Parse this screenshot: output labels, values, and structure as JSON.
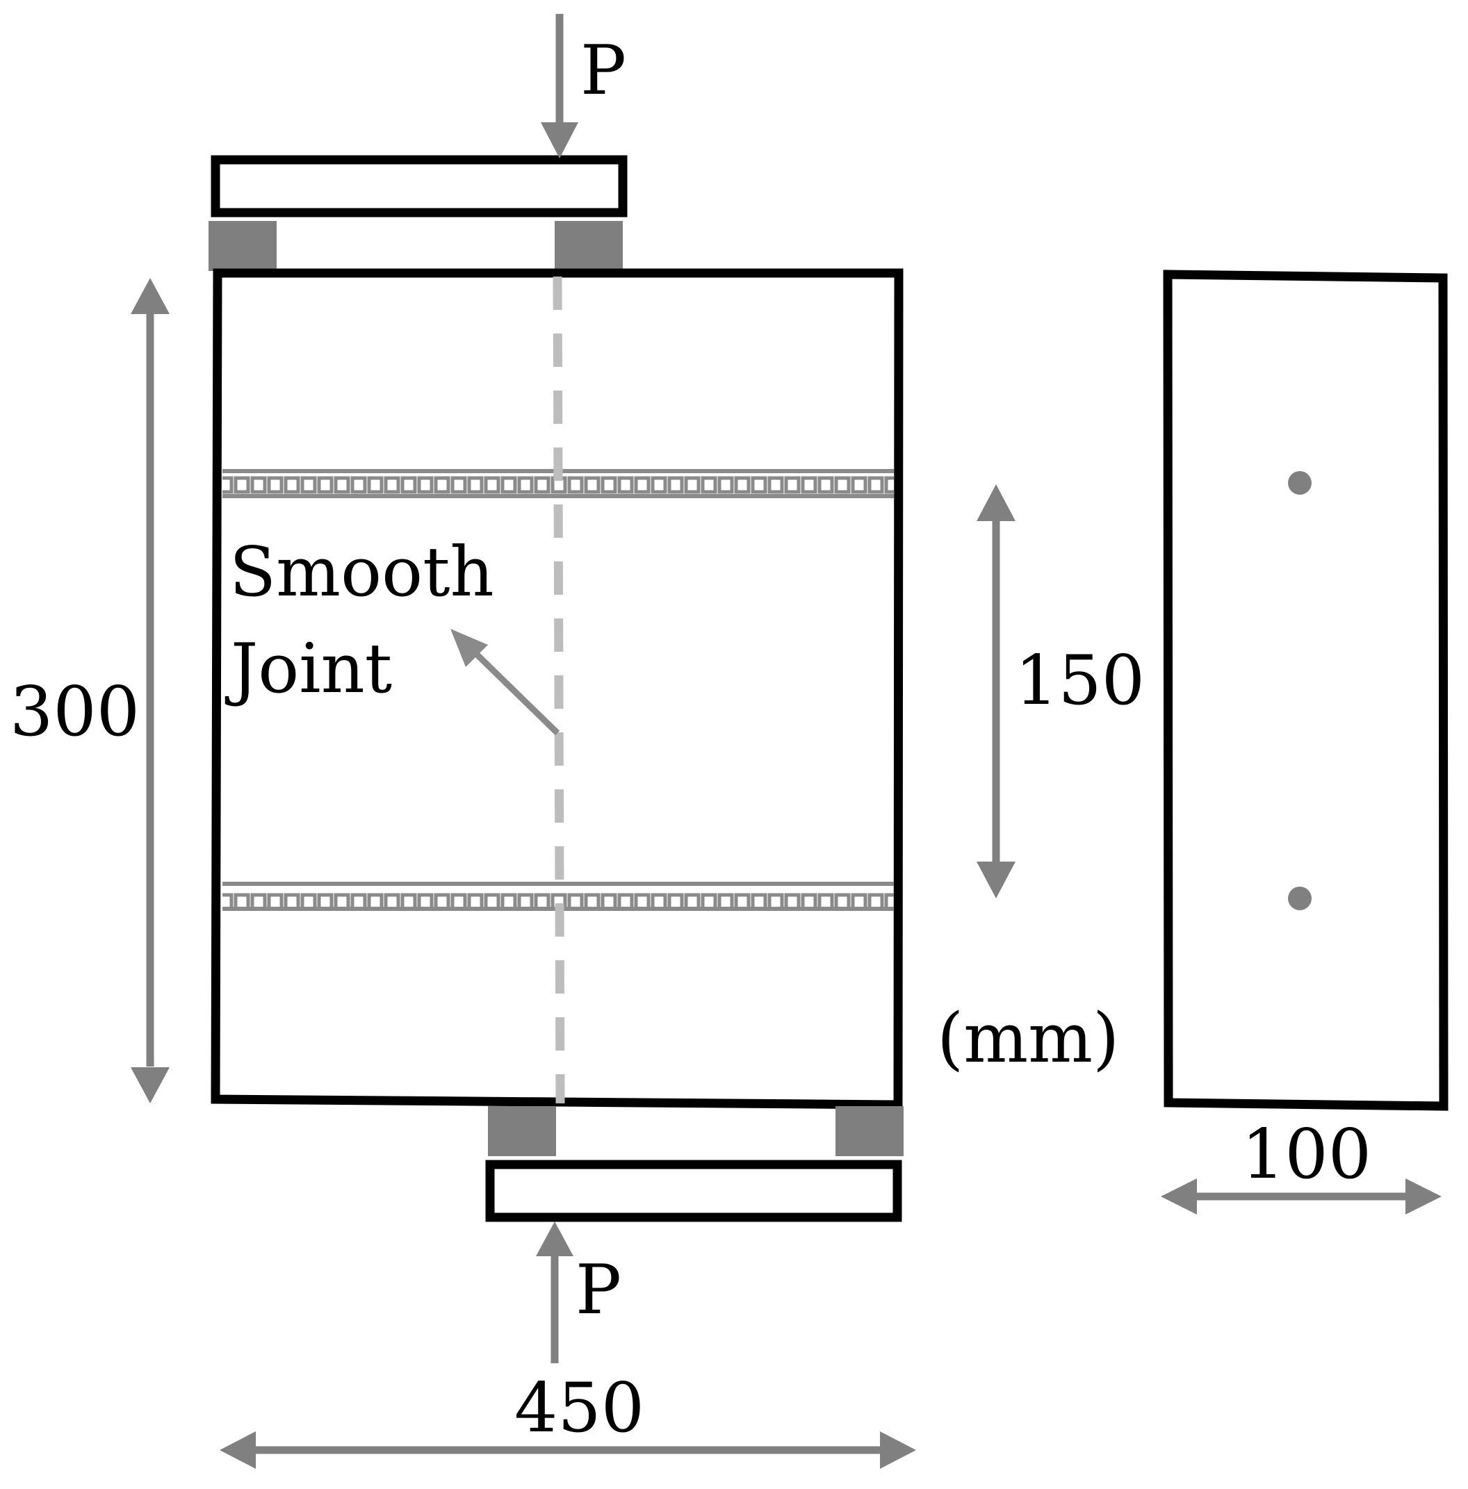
{
  "labels": {
    "load_top": "P",
    "load_bottom": "P",
    "joint_line1": "Smooth",
    "joint_line2": "Joint",
    "dim_height": "300",
    "dim_bar_spacing": "150",
    "dim_width": "450",
    "dim_thickness": "100",
    "units": "(mm)"
  },
  "colors": {
    "outline": "#000000",
    "dimension": "#808080",
    "support_pad": "#7f7f7f",
    "joint_line": "#bdbdbd",
    "background": "#ffffff"
  }
}
